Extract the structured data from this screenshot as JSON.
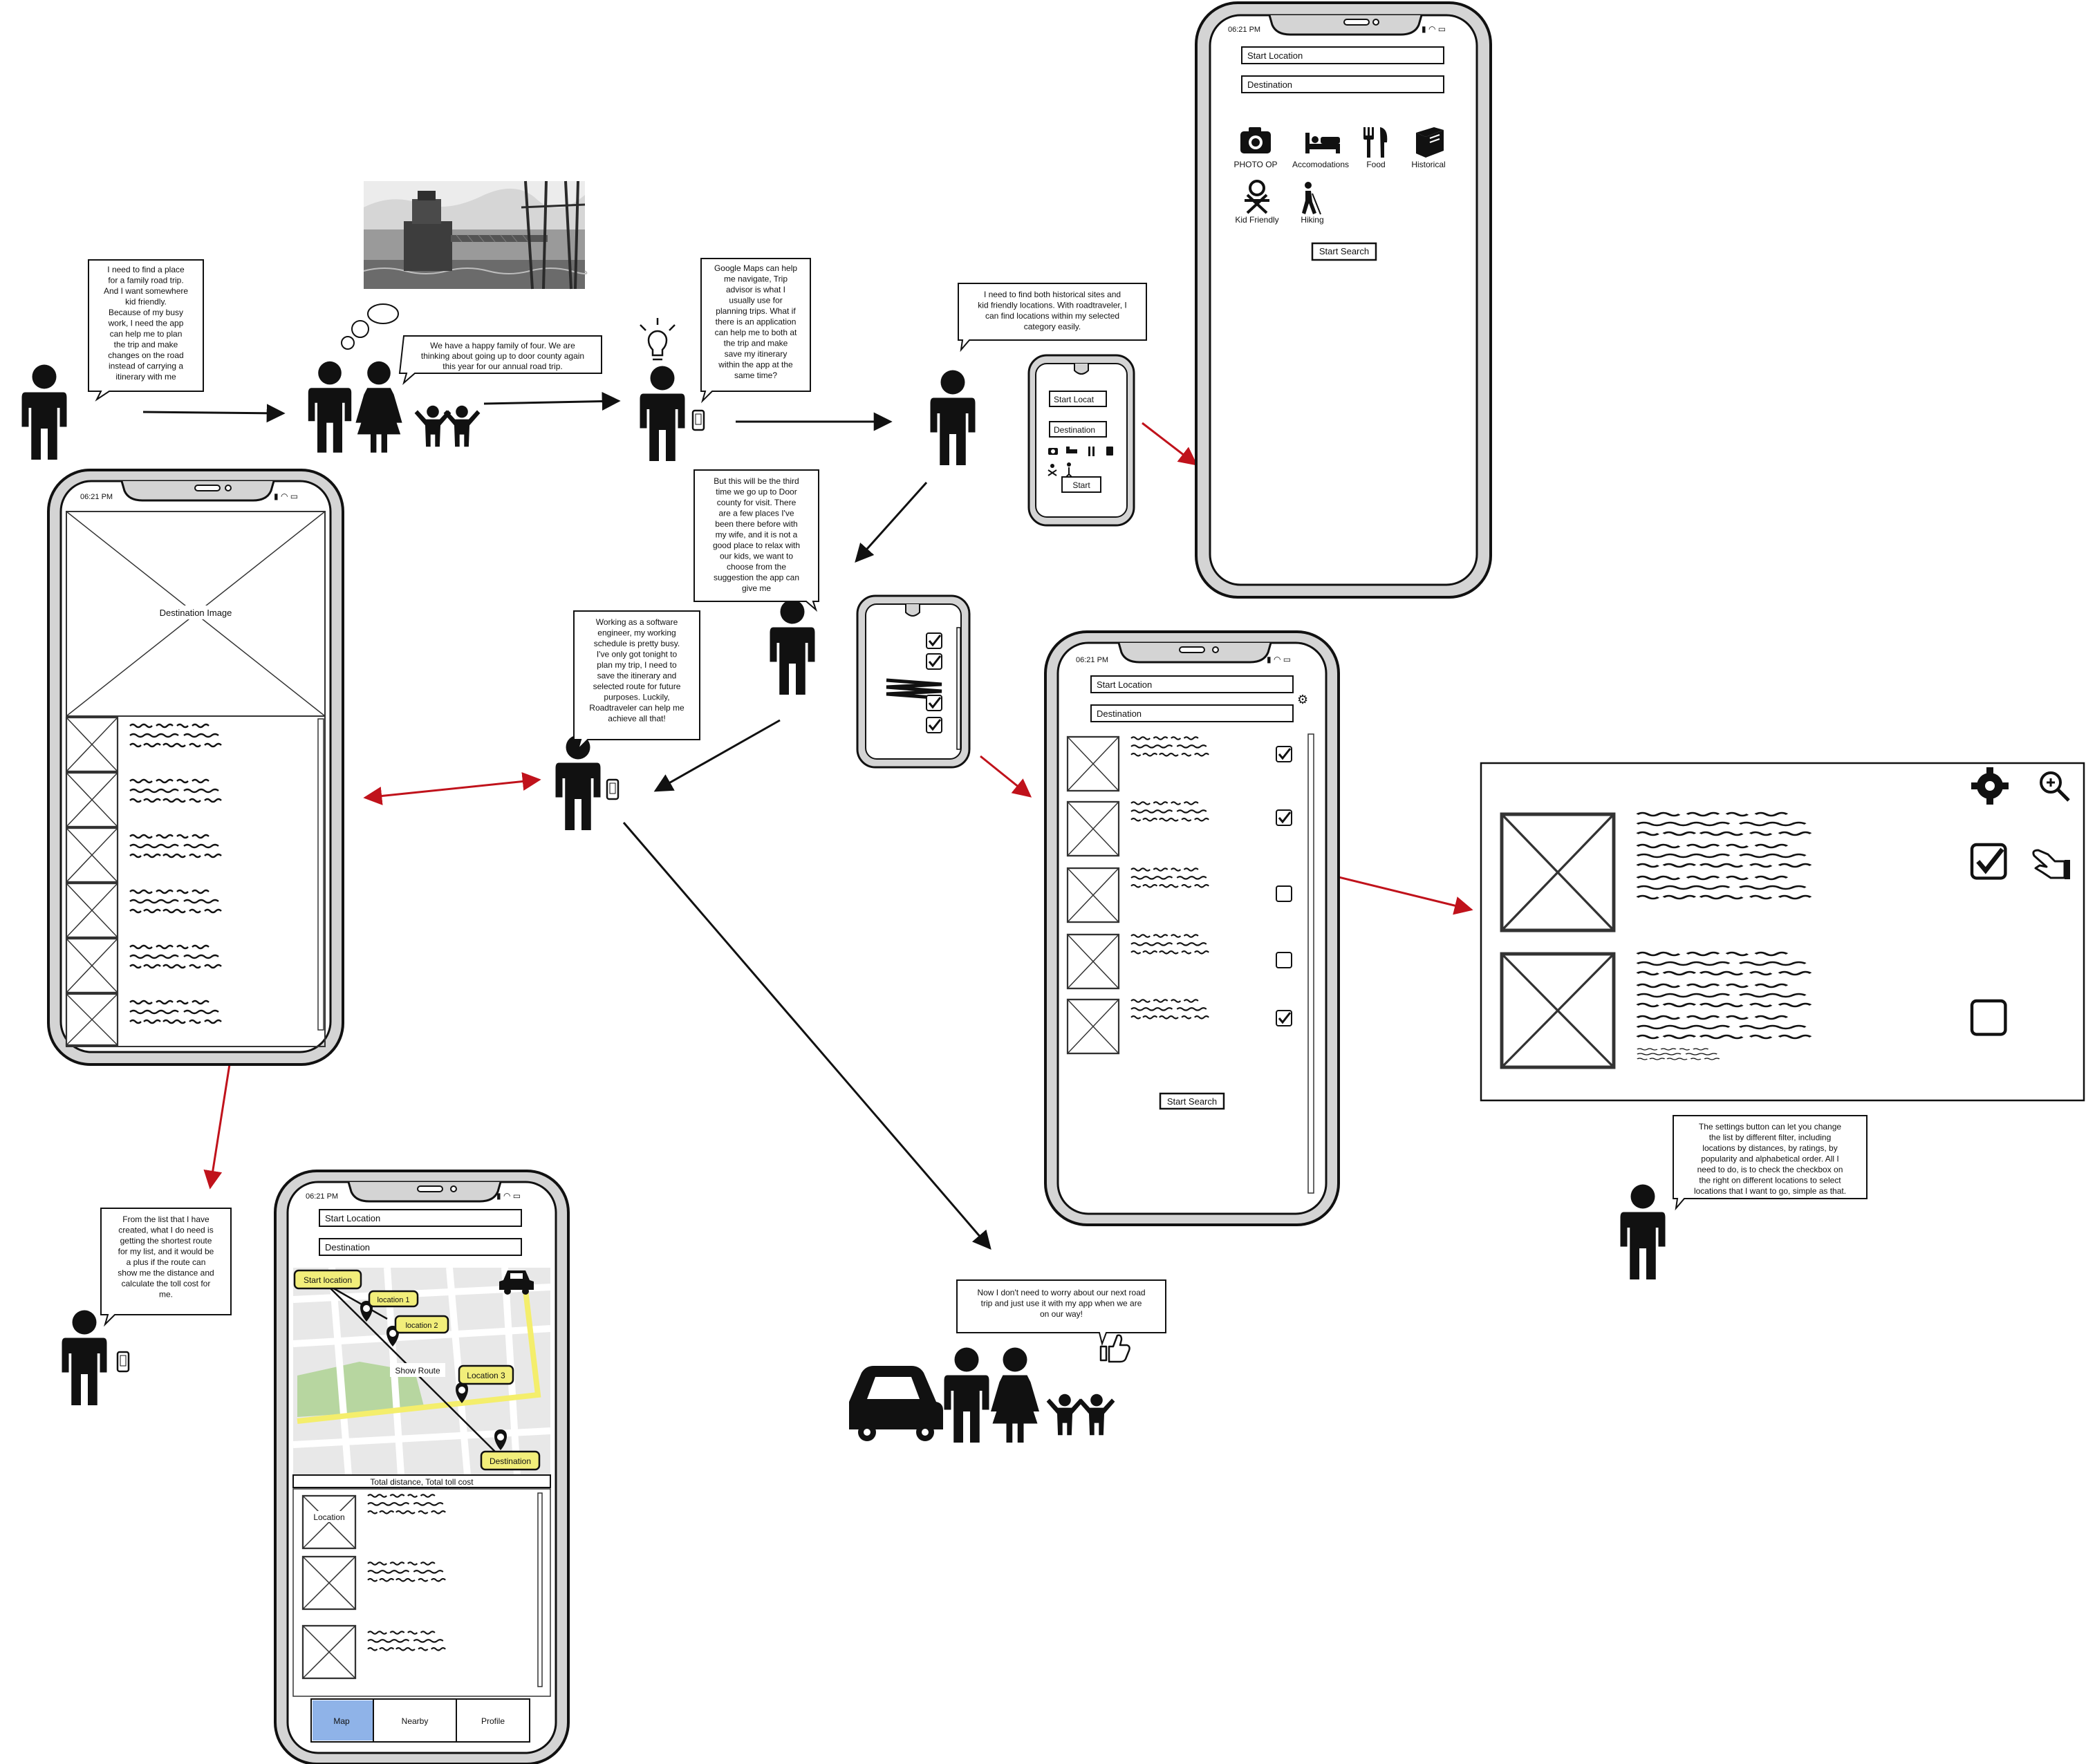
{
  "bubbles": {
    "persona_need": [
      "I need to find a place",
      "for a family road trip.",
      "And I want somewhere",
      "kid friendly.",
      "Because of my busy",
      "work, I need the app",
      "can help me to plan",
      "the trip and make",
      "changes on the road",
      "instead of carrying a",
      "itinerary with me"
    ],
    "family_intro": [
      "We have a happy family of four. We are",
      "thinking about going up to door county again",
      "this year for our annual road trip."
    ],
    "google_maps": [
      "Google Maps can help",
      "me navigate, Trip",
      "advisor is what I",
      "usually use for",
      "planning trips. What if",
      "there is an application",
      "can help me to both at",
      "the trip and make",
      "save my itinerary",
      "within the app at the",
      "same time?"
    ],
    "historical_sites": [
      "I need to find both historical sites and",
      "kid friendly locations. With roadtraveler, I",
      "can find locations within my selected",
      "category easily."
    ],
    "third_time": [
      "But this will be the third",
      "time we go up to Door",
      "county for visit. There",
      "are a few places I've",
      "been there before with",
      "my wife, and it is not a",
      "good place to relax with",
      "our kids, we want to",
      "choose from the",
      "suggestion the app can",
      "give me"
    ],
    "software_engineer": [
      "Working as a software",
      "engineer, my working",
      "schedule is pretty busy.",
      "I've only got tonight to",
      "plan my trip, I need to",
      "save the itinerary and",
      "selected route for future",
      "purposes. Luckily,",
      "Roadtraveler can help me",
      "achieve all that!"
    ],
    "shortest_route": [
      "From the list that I have",
      "created, what I do need is",
      "getting the shortest route",
      "for my list, and it would be",
      "a plus if the route can",
      "show me the distance and",
      "calculate the toll cost for",
      "me."
    ],
    "no_worry": [
      "Now I don't need to worry about our next road",
      "trip and just use it with my app when we are",
      "on our way!"
    ],
    "settings_note": [
      "The settings button can let you change",
      "the list by different filter, including",
      "locations by distances, by ratings, by",
      "popularity and alphabetical order. All I",
      "need to do, is to check the checkbox on",
      "the right on different locations to select",
      "locations that I want to go, simple as that."
    ]
  },
  "phone_search": {
    "time": "06:21 PM",
    "start_location": "Start Location",
    "destination": "Destination",
    "categories": [
      "PHOTO OP",
      "Accomodations",
      "Food",
      "Historical",
      "Kid Friendly",
      "Hiking"
    ],
    "button": "Start Search"
  },
  "phone_list": {
    "time": "06:21 PM",
    "image_label": "Destination Image"
  },
  "phone_results": {
    "time": "06:21 PM",
    "start_location": "Start Location",
    "destination": "Destination",
    "checked": [
      true,
      true,
      false,
      false,
      true
    ],
    "button": "Start Search"
  },
  "phone_map": {
    "time": "06:21 PM",
    "start_location": "Start Location",
    "destination": "Destination",
    "map_labels": [
      "Start location",
      "location 1",
      "location 2",
      "Show Route",
      "Location 3",
      "Destination"
    ],
    "summary": "Total distance, Total toll cost",
    "first_item_label": "Location",
    "tabs": [
      "Map",
      "Nearby",
      "Profile"
    ]
  },
  "watch_search": {
    "start": "Start Locat",
    "destination": "Destination",
    "button": "Start"
  },
  "desktop_panel": {
    "checked": [
      true,
      false
    ]
  },
  "colors": {
    "arrow_red": "#c0121b",
    "highlight_yellow": "#f2ee7a",
    "map_green": "#b7d6a0",
    "map_road_yellow": "#f4ee6c",
    "tab_active": "#8fb3e8",
    "phone_frame": "#d4d4d4"
  }
}
